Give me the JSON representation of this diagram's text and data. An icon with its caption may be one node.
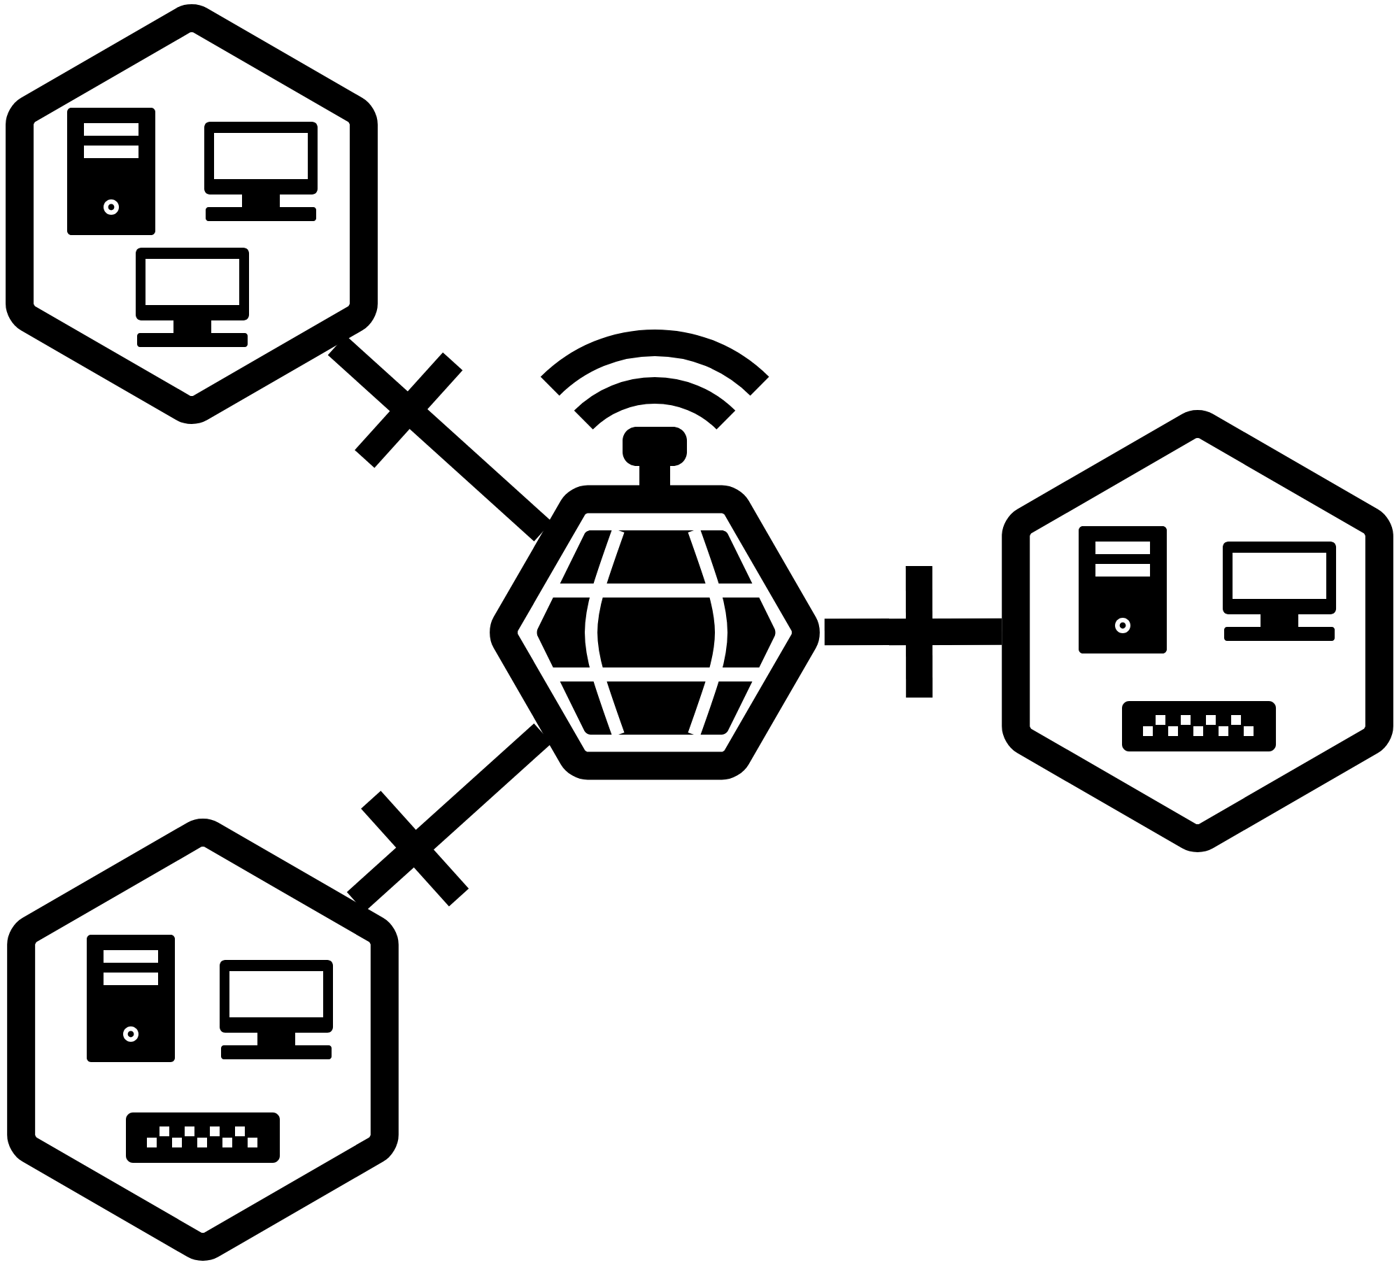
{
  "diagram": {
    "nodes": [
      {
        "text": [],
        "shape": "hexagon"
      },
      {
        "text": [],
        "shape": "hexagon"
      },
      {
        "text": [],
        "shape": "hexagon"
      },
      {
        "text": [],
        "shape": "hexagon"
      }
    ],
    "edges": [
      {
        "from": 1,
        "to": 0,
        "arrow": "none"
      },
      {
        "from": 1,
        "to": 2,
        "arrow": "none"
      },
      {
        "from": 1,
        "to": 3,
        "arrow": "none"
      }
    ]
  }
}
